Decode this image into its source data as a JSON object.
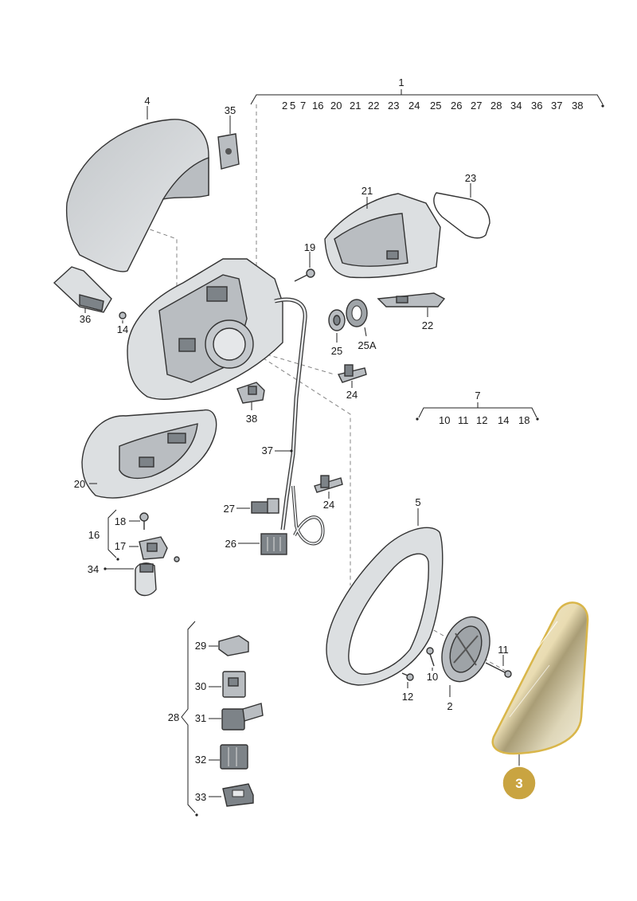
{
  "group_1": {
    "label": "1",
    "members": [
      "2",
      "5",
      "7",
      "16",
      "20",
      "21",
      "22",
      "23",
      "24",
      "25",
      "26",
      "27",
      "28",
      "34",
      "36",
      "37",
      "38"
    ]
  },
  "group_7": {
    "label": "7",
    "members": [
      "10",
      "11",
      "12",
      "14",
      "18"
    ]
  },
  "labels": {
    "p2": "2",
    "p3": "3",
    "p4": "4",
    "p5": "5",
    "p10": "10",
    "p11": "11",
    "p12": "12",
    "p14": "14",
    "p16": "16",
    "p17": "17",
    "p18": "18",
    "p19": "19",
    "p20": "20",
    "p21": "21",
    "p22": "22",
    "p23": "23",
    "p24a": "24",
    "p24b": "24",
    "p25": "25",
    "p25a": "25A",
    "p26": "26",
    "p27": "27",
    "p28": "28",
    "p29": "29",
    "p30": "30",
    "p31": "31",
    "p32": "32",
    "p33": "33",
    "p34": "34",
    "p35": "35",
    "p36": "36",
    "p37": "37",
    "p38": "38"
  },
  "highlight": {
    "part": "3",
    "color": "#c9a441",
    "outline": "#d9b64a"
  }
}
